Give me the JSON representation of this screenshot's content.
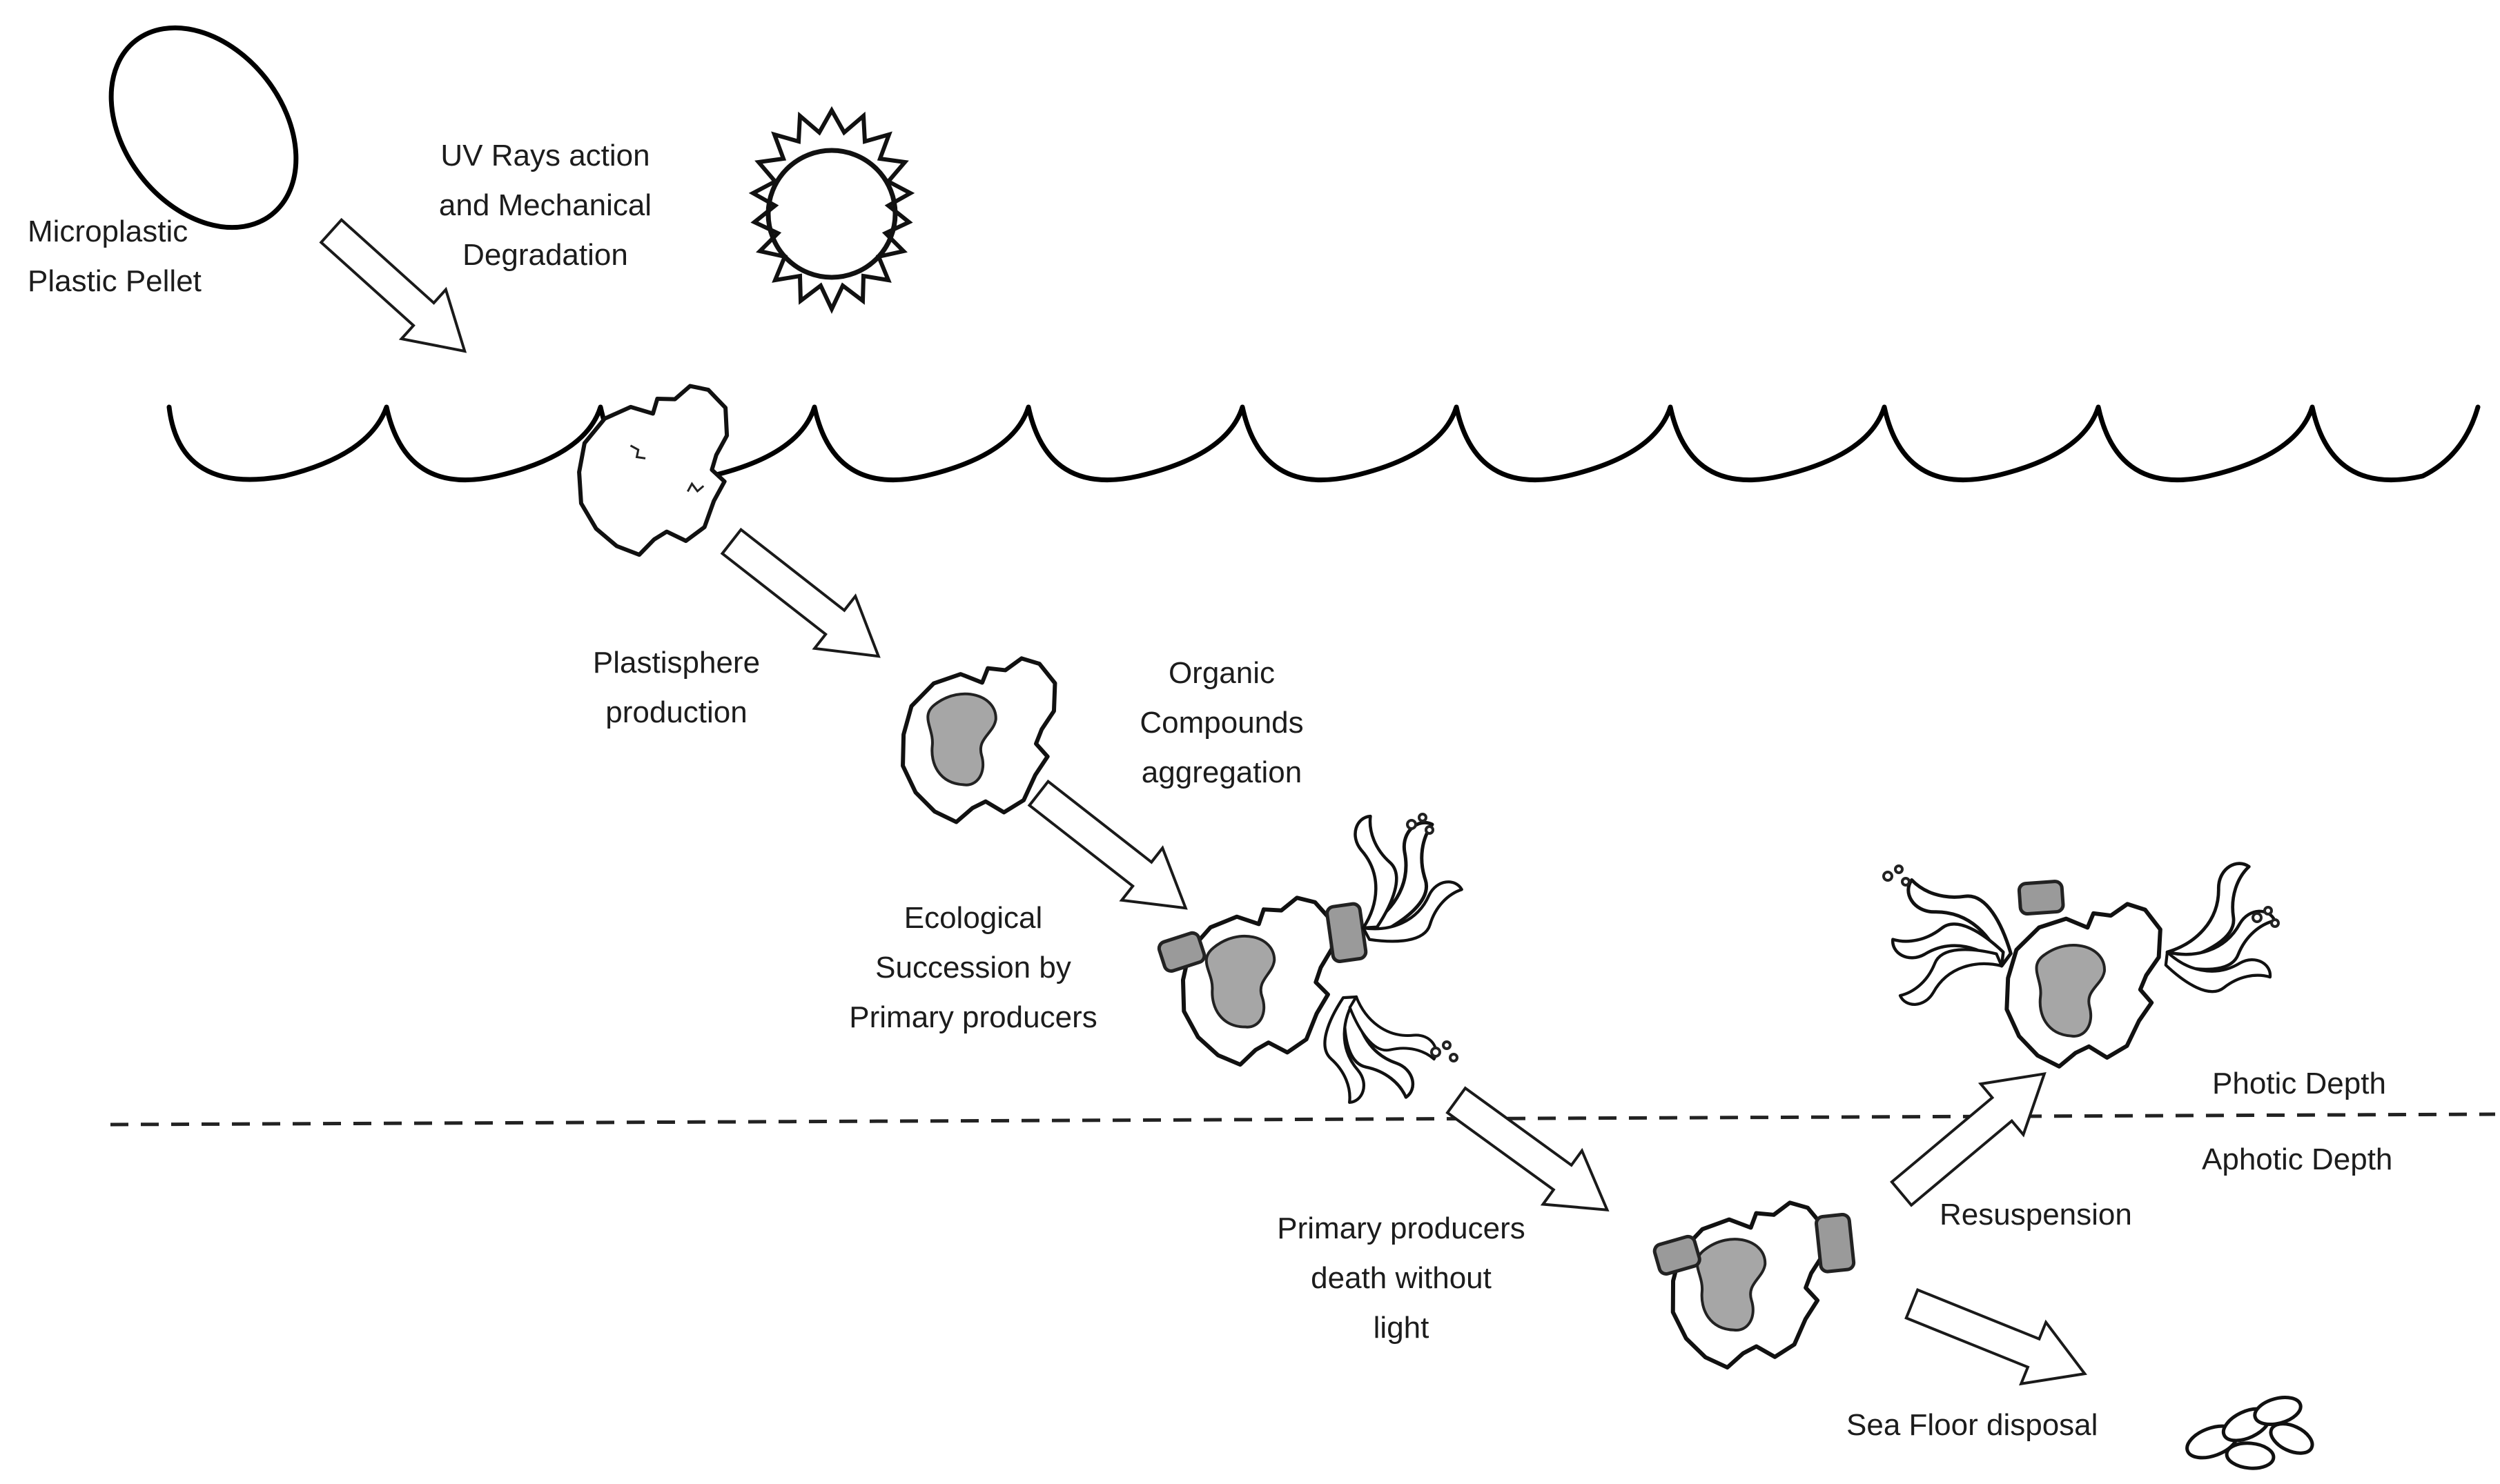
{
  "labels": {
    "microplastic": [
      "Microplastic",
      "Plastic Pellet"
    ],
    "uv": [
      "UV Rays action",
      "and Mechanical",
      "Degradation"
    ],
    "plastisphere": [
      "Plastisphere",
      "production"
    ],
    "organic": [
      "Organic",
      "Compounds",
      "aggregation"
    ],
    "ecological": [
      "Ecological",
      "Succession by",
      "Primary producers"
    ],
    "death": [
      "Primary producers",
      "death without",
      "light"
    ],
    "resuspension": [
      "Resuspension"
    ],
    "seafloor": [
      "Sea Floor disposal"
    ],
    "photic": [
      "Photic Depth"
    ],
    "aphotic": [
      "Aphotic Depth"
    ]
  }
}
